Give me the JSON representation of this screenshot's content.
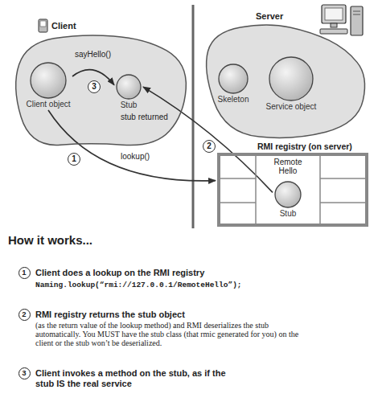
{
  "diagram": {
    "nodes": [
      {
        "text": [
          "Client"
        ]
      },
      {
        "text": [
          "Client object"
        ],
        "in": 0
      },
      {
        "text": [
          "Stub"
        ],
        "in": 0
      },
      {
        "text": [
          "Server"
        ]
      },
      {
        "text": [
          "Skeleton"
        ],
        "in": 3
      },
      {
        "text": [
          "Service object"
        ],
        "in": 3
      },
      {
        "text": [
          "RMI registry (on server)",
          "Remote Hello"
        ]
      },
      {
        "text": [
          "Stub"
        ],
        "in": 6
      }
    ],
    "edges": [
      {
        "from": 1,
        "to": 6,
        "label": "lookup()",
        "arrow": "to"
      },
      {
        "from": 7,
        "to": 2,
        "label": "stub returned",
        "arrow": "to"
      },
      {
        "from": 1,
        "to": 2,
        "label": "sayHello()",
        "arrow": "to"
      }
    ],
    "labels": [
      "3",
      "2",
      "1",
      "How it works...",
      "1",
      "Client does a lookup on the RMI registry",
      "Naming.lookup(“rmi://127.0.0.1/RemoteHello”);",
      "2",
      "RMI registry returns the stub object",
      "(as the return value of the lookup method) and RMI deserializes the stub automatically. You MUST have the stub class (that rmic generated for you) on the client or the stub won’t be deserialized.",
      "3",
      "Client invokes a method on the stub, as if the stub IS the real service"
    ]
  }
}
